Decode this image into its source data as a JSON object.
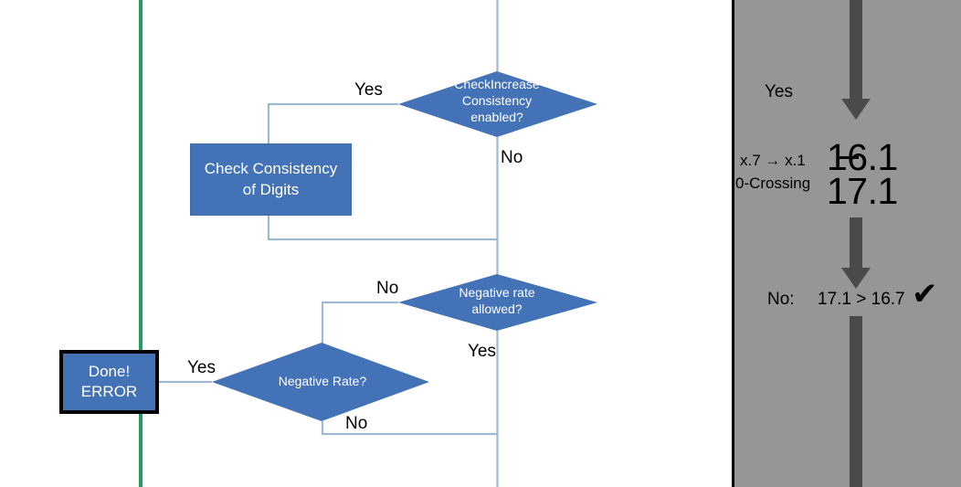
{
  "flowchart": {
    "nodes": [
      {
        "id": "check-increase-consistency",
        "shape": "diamond",
        "text": "CheckIncrease\nConsistency\nenabled?"
      },
      {
        "id": "check-consistency-of-digits",
        "shape": "process",
        "text": "Check Consistency\nof Digits"
      },
      {
        "id": "negative-rate-allowed",
        "shape": "diamond",
        "text": "Negative rate\nallowed?"
      },
      {
        "id": "negative-rate",
        "shape": "diamond",
        "text": "Negative Rate?"
      },
      {
        "id": "done-error",
        "shape": "terminator",
        "text": "Done!\nERROR"
      }
    ],
    "edge_labels": {
      "check_increase_yes": "Yes",
      "check_increase_no": "No",
      "negative_rate_allowed_no": "No",
      "negative_rate_allowed_yes": "Yes",
      "negative_rate_yes": "Yes",
      "negative_rate_no": "No"
    },
    "colors": {
      "node_fill": "#4472b6",
      "node_text": "#ffffff",
      "connector": "#9fb8d4",
      "marker_line": "#1f9e5e",
      "terminator_border": "#000000"
    }
  },
  "panel": {
    "background": "#969696",
    "arrow_color": "#4a4a4a",
    "label_yes": "Yes",
    "label_transition": "x.7 → x.1",
    "label_zero_crossing": "0-Crossing",
    "value_struck": "16.1",
    "value_current": "17.1",
    "label_no": "No:",
    "comparison": "17.1 > 16.7",
    "check_glyph": "✔"
  }
}
